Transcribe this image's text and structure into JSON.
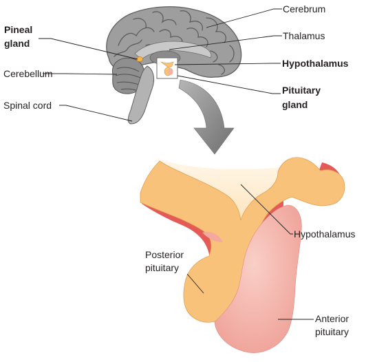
{
  "brain_labels": {
    "cerebrum": "Cerebrum",
    "thalamus": "Thalamus",
    "hypothalamus": "Hypothalamus",
    "pituitary_gland_line1": "Pituitary",
    "pituitary_gland_line2": "gland",
    "pineal_gland_line1": "Pineal",
    "pineal_gland_line2": "gland",
    "cerebellum": "Cerebellum",
    "spinal_cord": "Spinal cord"
  },
  "detail_labels": {
    "hypothalamus": "Hypothalamus",
    "posterior_pituitary_line1": "Posterior",
    "posterior_pituitary_line2": "pituitary",
    "anterior_pituitary_line1": "Anterior",
    "anterior_pituitary_line2": "pituitary"
  },
  "colors": {
    "brain_gray": "#9a9a9a",
    "brain_dark": "#6e6e6e",
    "neural_tissue": "#f8c27a",
    "anterior_pituitary": "#f3b0a6",
    "vessel_red": "#e35a56",
    "arrow_gray": "#8c8c8c"
  }
}
